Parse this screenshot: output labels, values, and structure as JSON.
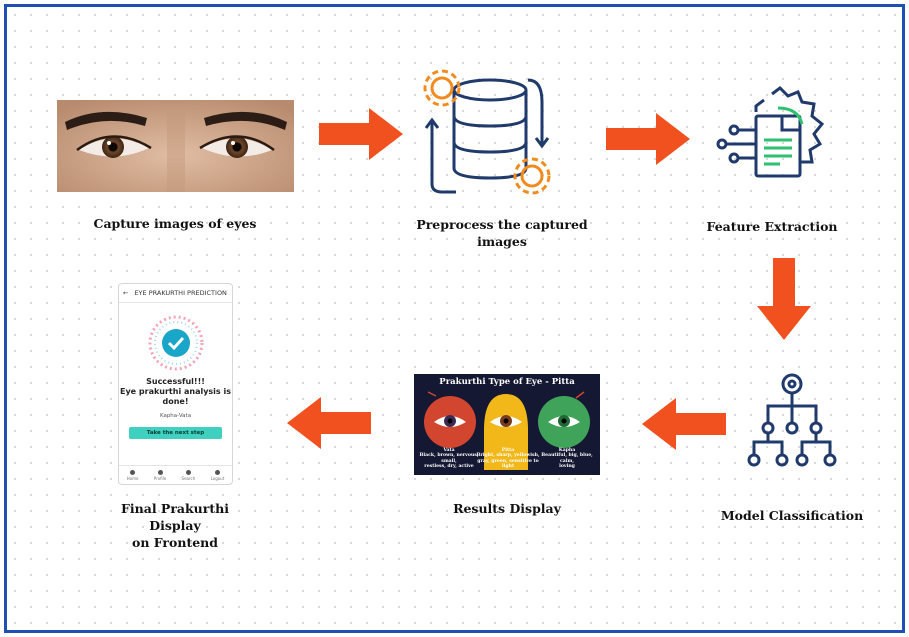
{
  "colors": {
    "border": "#1f4fb3",
    "arrow": "#f0511e",
    "icon_navy": "#1f3a6b",
    "icon_orange": "#f28b1e",
    "icon_green": "#2fbf71",
    "teal_button": "#3fd0c0"
  },
  "steps": {
    "capture": {
      "label": "Capture images of eyes"
    },
    "preprocess": {
      "label_line1": "Preprocess the captured",
      "label_line2": "images",
      "icon": "database-gears-icon"
    },
    "feature": {
      "label": "Feature Extraction",
      "icon": "document-gear-icon"
    },
    "model": {
      "label": "Model Classification",
      "icon": "hierarchy-tree-icon"
    },
    "results": {
      "label": "Results Display"
    },
    "final": {
      "label_line1": "Final Prakurthi Display",
      "label_line2": "on Frontend"
    }
  },
  "phone": {
    "header": "EYE PRAKURTHI PREDICTION",
    "msg_line1": "Successful!!!",
    "msg_line2": "Eye prakurthi analysis is",
    "msg_line3": "done!",
    "result": "Kapha-Vata",
    "button": "Take the next step",
    "nav": [
      "Home",
      "Profile",
      "Search",
      "Logout"
    ]
  },
  "results_image": {
    "title": "Prakurthi Type of Eye - Pitta",
    "vata": "Vata\nBlack, brown, nervous, small,\nrestless, dry, active",
    "pitta": "Pitta\nBright, sharp, yellowish,\ngray, green, sensitive to light",
    "kapha": "Kapha\nBeautiful, big, blue, calm,\nloving"
  }
}
